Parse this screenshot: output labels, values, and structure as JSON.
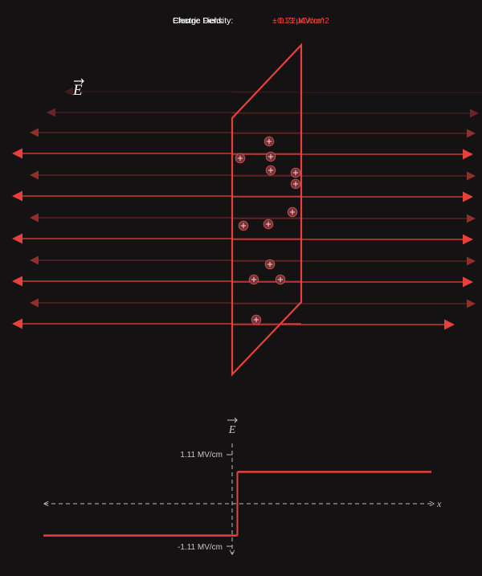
{
  "readout": {
    "charge_label": "Charge Density:",
    "charge_value": "+0.13 μC/cm^2",
    "field_label": "Electric Field:",
    "field_value": "± 0.72 MV/cm"
  },
  "field_symbol": "E",
  "charge_symbol": "+",
  "graph": {
    "y_axis_symbol": "E",
    "x_axis_symbol": "x",
    "y_max_label": "1.11 MV/cm",
    "y_min_label": "-1.11 MV/cm"
  },
  "chart_data": {
    "type": "line",
    "series": [
      {
        "x": [
          -1,
          0
        ],
        "y": [
          -0.72,
          -0.72
        ]
      },
      {
        "x": [
          0,
          1
        ],
        "y": [
          0.72,
          0.72
        ]
      }
    ],
    "xlim": [
      -1,
      1
    ],
    "ylim": [
      -1.11,
      1.11
    ]
  },
  "colors": {
    "background": "#141213",
    "accent": "#e8413c",
    "text": "#ffffff",
    "axis": "#bdbdbd"
  }
}
